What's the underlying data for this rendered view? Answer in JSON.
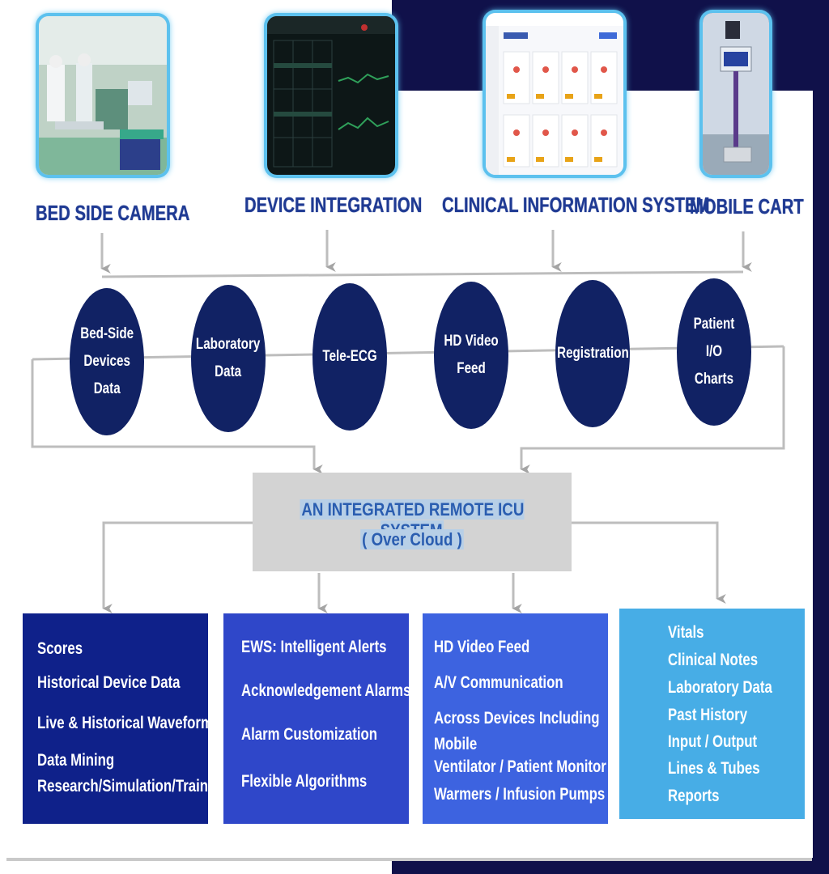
{
  "sources": [
    {
      "label": "BED SIDE CAMERA"
    },
    {
      "label": "DEVICE INTEGRATION"
    },
    {
      "label": "CLINICAL INFORMATION SYSTEM"
    },
    {
      "label": "MOBILE CART"
    }
  ],
  "data_types": [
    {
      "label": "Bed-Side\nDevices\nData"
    },
    {
      "label": "Laboratory\nData"
    },
    {
      "label": "Tele-ECG"
    },
    {
      "label": "HD Video\nFeed"
    },
    {
      "label": "Registration"
    },
    {
      "label": "Patient I/O\nCharts"
    }
  ],
  "central": {
    "title": "AN INTEGRATED REMOTE ICU SYSTEM",
    "subtitle": "( Over Cloud )"
  },
  "outputs": [
    {
      "items": [
        "Scores",
        "Historical Device Data",
        "Live & Historical Waveforms",
        "Data Mining",
        "Research/Simulation/Training"
      ]
    },
    {
      "items": [
        "EWS: Intelligent Alerts",
        "Acknowledgement Alarms",
        "Alarm Customization",
        "Flexible Algorithms"
      ]
    },
    {
      "items": [
        "HD Video Feed",
        "A/V Communication",
        "Across Devices Including",
        "Mobile",
        "Ventilator / Patient Monitor /",
        "Warmers / Infusion Pumps Data"
      ]
    },
    {
      "items": [
        "Vitals",
        "Clinical Notes",
        "Laboratory Data",
        "Past History",
        "Input / Output",
        "Lines & Tubes",
        "Reports"
      ]
    }
  ],
  "colors": {
    "dark_navy": "#10114a",
    "circle": "#112264",
    "source_text": "#1f3a93",
    "central_text": "#2a5db0",
    "box1": "#0f218a",
    "box2": "#2f47c9",
    "box3": "#3d63e0",
    "box4": "#47ade6",
    "thumb_glow": "#5cc1ee"
  },
  "images": [
    {
      "name": "bedside-camera-photo"
    },
    {
      "name": "device-integration-monitor-screenshot"
    },
    {
      "name": "clinical-information-system-screenshot"
    },
    {
      "name": "mobile-cart-photo"
    }
  ]
}
